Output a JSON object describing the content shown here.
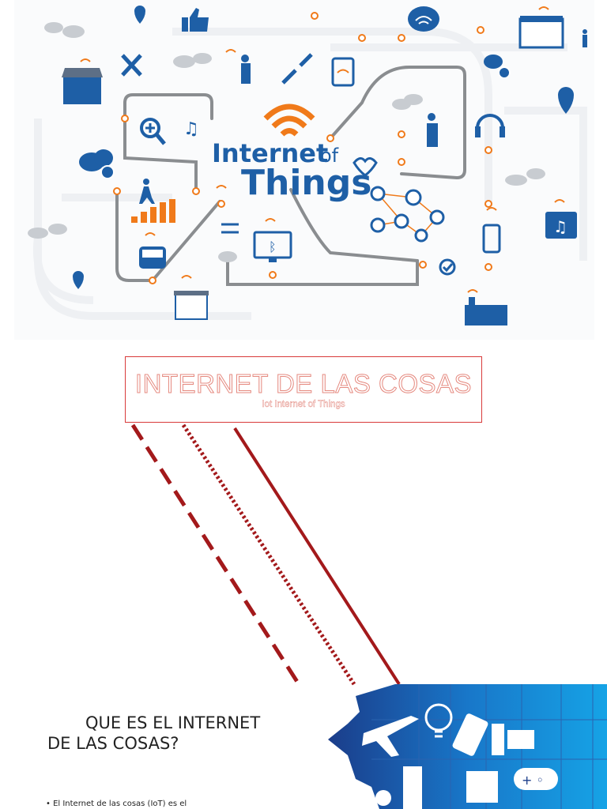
{
  "hero": {
    "logo_line1": "Internet",
    "logo_of": "of",
    "logo_line2": "Things"
  },
  "title_box": {
    "title": "INTERNET DE LAS COSAS",
    "subtitle": "Iot Internet of Things"
  },
  "section": {
    "heading_line1": "QUE ES EL INTERNET",
    "heading_line2": "DE LAS COSAS?",
    "bullet": "El Internet de las cosas (IoT) es el"
  },
  "colors": {
    "iot_blue": "#1e5fa6",
    "iot_orange": "#f07a1a",
    "accent_red": "#a3191b",
    "title_border": "#d83a3a"
  },
  "icons": [
    "map-pin-icon",
    "thumbs-up-icon",
    "wifi-icon",
    "tools-icon",
    "zoom-in-icon",
    "music-note-icon",
    "cloud-icon",
    "shrink-icon",
    "tablet-icon",
    "headset-icon",
    "walking-person-icon",
    "bus-icon",
    "bluetooth-monitor-icon",
    "network-people-icon",
    "smartwatch-icon",
    "music-player-icon",
    "checkmark-icon",
    "store-icon",
    "factory-icon"
  ]
}
